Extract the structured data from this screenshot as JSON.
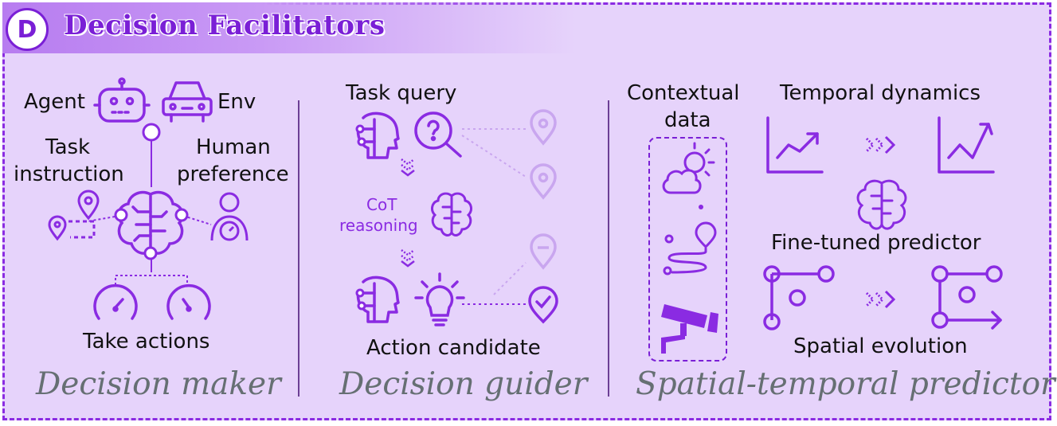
{
  "header": {
    "badge": "D",
    "title": "Decision Facilitators"
  },
  "maker": {
    "agent": "Agent",
    "env": "Env",
    "task_instruction": [
      "Task",
      "instruction"
    ],
    "human_preference": [
      "Human",
      "preference"
    ],
    "take_actions": "Take actions",
    "section_title": "Decision maker"
  },
  "guider": {
    "task_query": "Task query",
    "cot_reasoning": [
      "CoT",
      "reasoning"
    ],
    "action_candidate": "Action candidate",
    "section_title": "Decision guider"
  },
  "predictor": {
    "contextual_data": [
      "Contextual",
      "data"
    ],
    "temporal_dynamics": "Temporal dynamics",
    "fine_tuned_predictor": "Fine-tuned predictor",
    "spatial_evolution": "Spatial evolution",
    "section_title": "Spatial-temporal predictor"
  },
  "colors": {
    "accent": "#8a2be2",
    "faded": "#c9a6ef",
    "background": "#e6d3fb",
    "section_title": "#666f73"
  },
  "icons": [
    "robot-icon",
    "car-icon",
    "brain-circuit-icon",
    "map-pin-icon",
    "route-icon",
    "person-icon",
    "gauge-icon",
    "ai-head-icon",
    "search-question-icon",
    "lightbulb-icon",
    "check-pin-icon",
    "weather-icon",
    "camera-icon",
    "trend-up-icon",
    "trend-down-icon",
    "triple-chevron-icon"
  ]
}
